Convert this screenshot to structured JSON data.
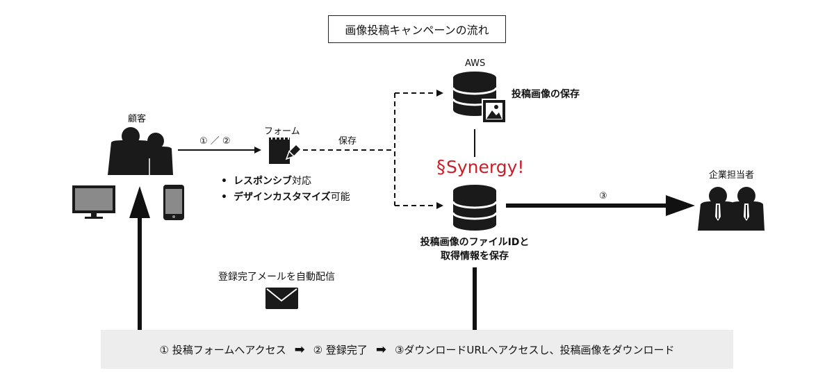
{
  "title": "画像投稿キャンペーンの流れ",
  "customer": {
    "label": "顧客"
  },
  "form": {
    "label": "フォーム"
  },
  "arrow_labels": {
    "step_1_2": "① ／ ②",
    "save": "保存",
    "step_3": "③"
  },
  "features": [
    {
      "bold": "レスポンシブ",
      "rest": "対応"
    },
    {
      "bold": "デザインカスタマイズ",
      "rest": "可能"
    }
  ],
  "aws": {
    "label": "AWS",
    "caption": "投稿画像の保存"
  },
  "synergy": {
    "logo_text": "Synergy!",
    "caption_line1": "投稿画像のファイルIDと",
    "caption_line2": "取得情報を保存"
  },
  "company": {
    "label": "企業担当者"
  },
  "mail": {
    "label": "登録完了メールを自動配信"
  },
  "steps": {
    "step1": "① 投稿フォームへアクセス",
    "step2": "② 登録完了",
    "step3": "③ダウンロードURLへアクセスし、投稿画像をダウンロード",
    "arrow": "➡"
  },
  "colors": {
    "icon": "#1a1a1a",
    "bar": "#ededed",
    "synergy_red": "#c8202a"
  },
  "icons": [
    "people-icon",
    "monitor-icon",
    "smartphone-icon",
    "notepad-pencil-icon",
    "database-icon",
    "image-icon",
    "envelope-icon",
    "business-people-icon"
  ]
}
